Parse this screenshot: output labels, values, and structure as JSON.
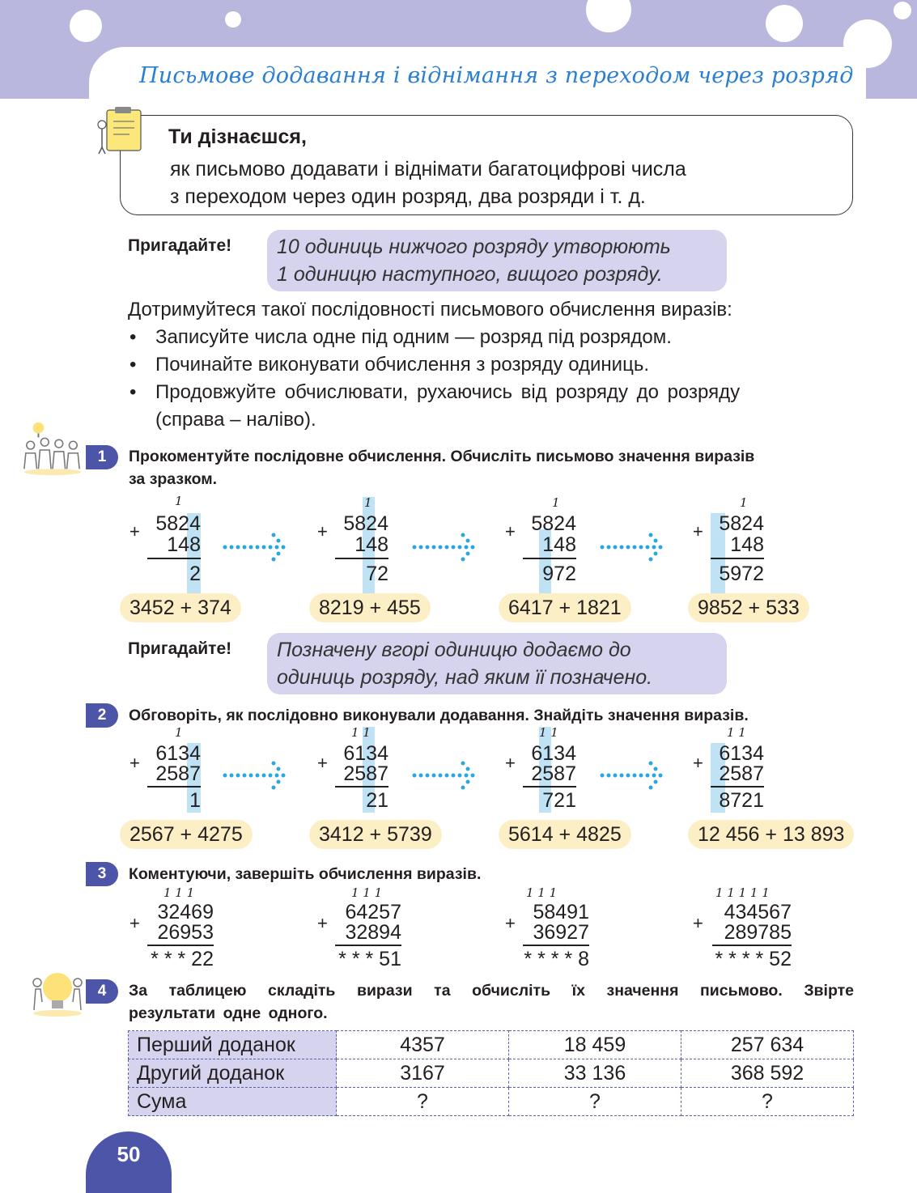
{
  "title": "Письмове додавання і віднімання з переходом через розряд",
  "learn": {
    "heading": "Ти дізнаєшся,",
    "line1": "як письмово додавати і віднімати багатоцифрові числа",
    "line2": "з переходом через один розряд, два розряди і т. д."
  },
  "remember1": {
    "label": "Пригадайте!",
    "line1": "10 одиниць нижчого розряду утворюють",
    "line2": "1 одиницю наступного, вищого розряду."
  },
  "sequence": {
    "intro": "Дотримуйтеся такої послідовності письмового обчислення виразів:",
    "bullets": [
      "Записуйте числа одне під одним — розряд під розрядом.",
      "Починайте виконувати обчислення з розряду одиниць.",
      "Продовжуйте обчислювати, рухаючись від розряду до розряду",
      "(справа – наліво)."
    ],
    "bullet_char": "•"
  },
  "task1": {
    "number": "1",
    "line1": "Прокоментуйте послідовне обчислення. Обчисліть письмово значення виразів",
    "line2": "за зразком.",
    "steps": [
      {
        "carry": "1",
        "a": "5824",
        "b": "148",
        "r": "2"
      },
      {
        "carry": "1",
        "a": "5824",
        "b": "148",
        "r": "72"
      },
      {
        "carry": "1",
        "a": "5824",
        "b": "148",
        "r": "972"
      },
      {
        "carry": "1",
        "a": "5824",
        "b": "148",
        "r": "5972"
      }
    ],
    "exprs": [
      "3452 + 374",
      "8219 + 455",
      "6417 + 1821",
      "9852 + 533"
    ]
  },
  "remember2": {
    "label": "Пригадайте!",
    "line1": "Позначену вгорі одиницю додаємо до",
    "line2": "одиниць розряду, над яким її позначено."
  },
  "task2": {
    "number": "2",
    "text": "Обговоріть, як послідовно виконували додавання. Знайдіть значення виразів.",
    "steps": [
      {
        "carry": "1",
        "a": "6134",
        "b": "2587",
        "r": "1"
      },
      {
        "carry": "1 1",
        "a": "6134",
        "b": "2587",
        "r": "21"
      },
      {
        "carry": "1 1",
        "a": "6134",
        "b": "2587",
        "r": "721"
      },
      {
        "carry": "1 1",
        "a": "6134",
        "b": "2587",
        "r": "8721"
      }
    ],
    "exprs": [
      "2567 + 4275",
      "3412 + 5739",
      "5614 + 4825",
      "12 456 + 13 893"
    ]
  },
  "task3": {
    "number": "3",
    "text": "Коментуючи, завершіть обчислення виразів.",
    "items": [
      {
        "carry": "1 1 1",
        "a": "32469",
        "b": "26953",
        "r": "* * * 22"
      },
      {
        "carry": "1 1 1",
        "a": "64257",
        "b": "32894",
        "r": "* * * 51"
      },
      {
        "carry": "1 1 1",
        "a": "58491",
        "b": "36927",
        "r": "* * * * 8"
      },
      {
        "carry": "1 1 1 1 1",
        "a": "434567",
        "b": "289785",
        "r": "* * * * 52"
      }
    ]
  },
  "task4": {
    "number": "4",
    "line1": "За таблицею складіть вирази та обчисліть їх значення письмово. Звірте",
    "line2": "результати одне одного.",
    "table": {
      "rows": [
        {
          "label": "Перший доданок",
          "values": [
            "4357",
            "18 459",
            "257 634"
          ]
        },
        {
          "label": "Другий доданок",
          "values": [
            "3167",
            "33 136",
            "368 592"
          ]
        },
        {
          "label": "Сума",
          "values": [
            "?",
            "?",
            "?"
          ]
        }
      ]
    }
  },
  "plus_sign": "+",
  "page_number": "50",
  "colors": {
    "header_band": "#b9b7de",
    "title": "#2a7fd0",
    "task_badge": "#4d55a8",
    "remember_bg": "#d5d3ee",
    "expr_bg": "#fcefc5",
    "highlight": "#bfe2f4",
    "arrow": "#29a8e0"
  }
}
